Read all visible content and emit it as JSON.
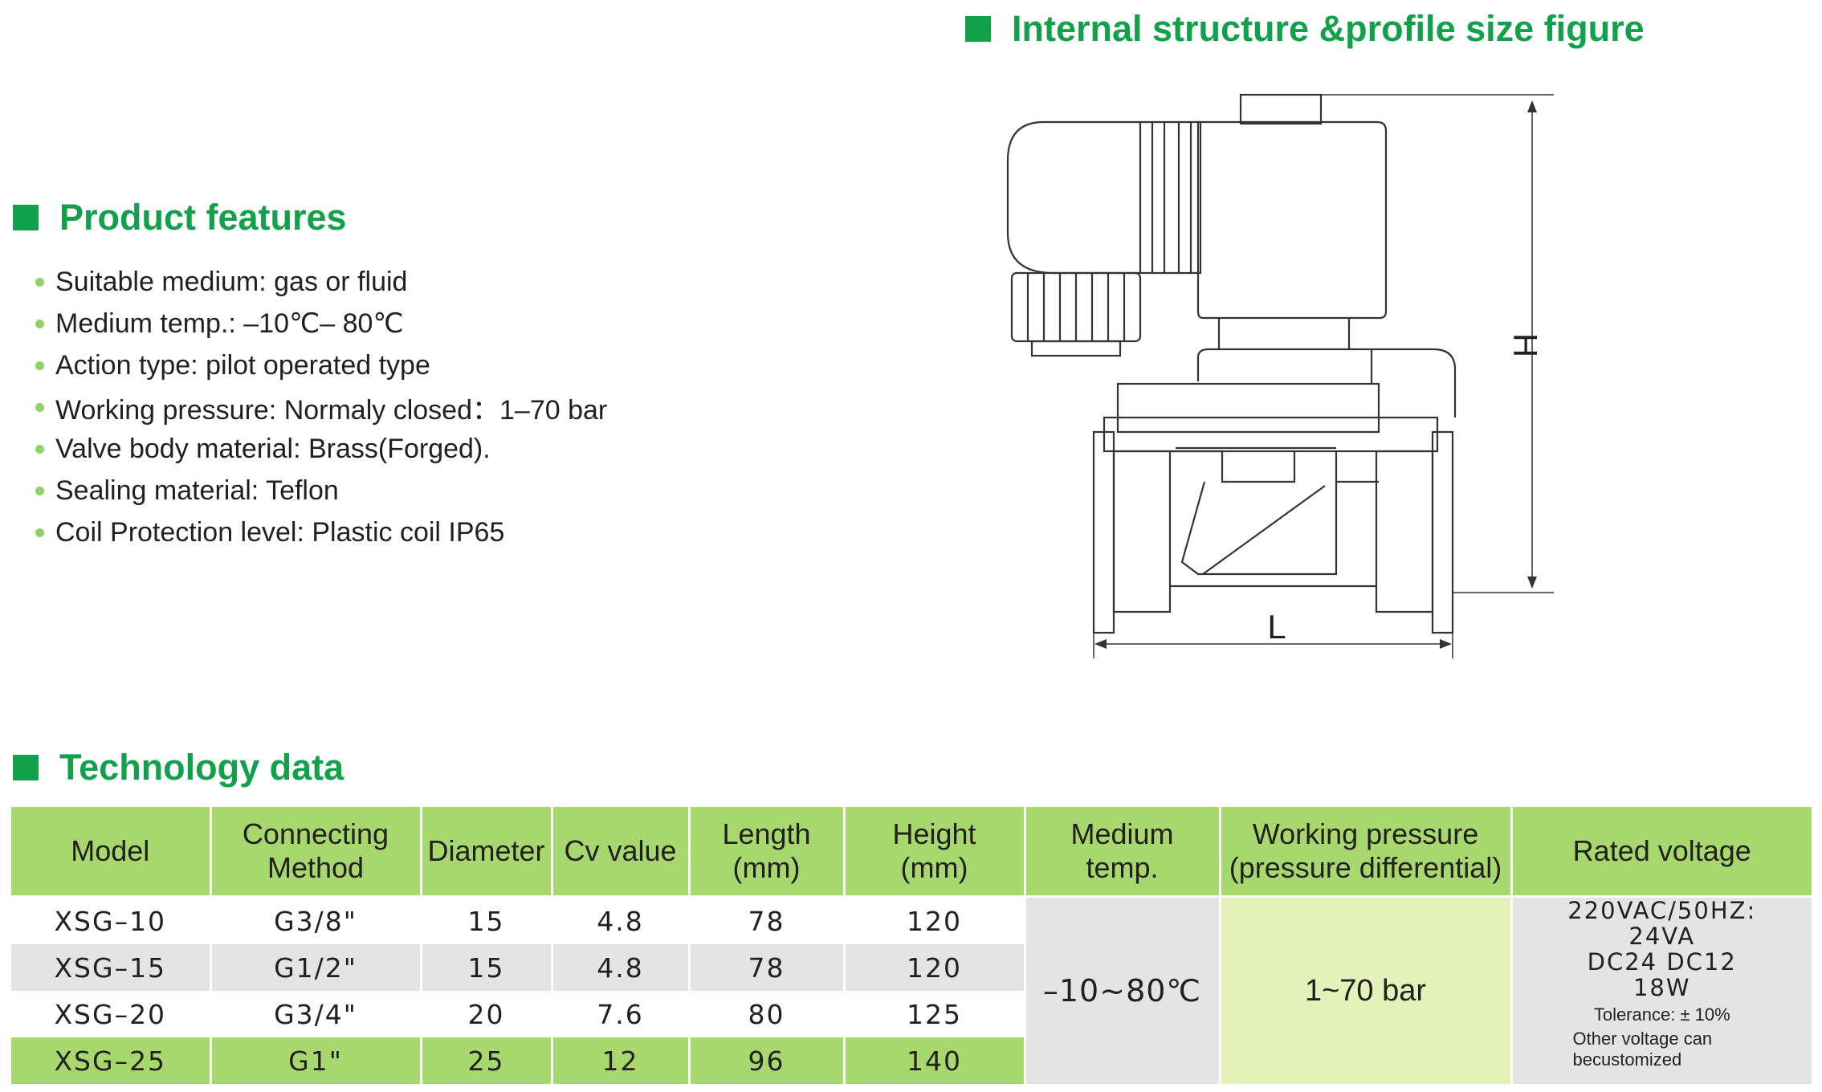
{
  "structure": {
    "title": "Internal structure &profile size figure",
    "label_h": "H",
    "label_l": "L"
  },
  "features": {
    "title": "Product features",
    "items": [
      "Suitable medium: gas or fluid",
      "Medium  temp.:  –10℃– 80℃",
      "Action type: pilot operated type",
      "Working pressure: Normaly closed：1–70 bar",
      "Valve body material: Brass(Forged).",
      "Sealing material: Teflon",
      "Coil Protection level: Plastic coil IP65"
    ]
  },
  "tech": {
    "title": "Technology data",
    "headers": {
      "model": "Model",
      "connect_1": "Connecting",
      "connect_2": "Method",
      "diameter": "Diameter",
      "cv": "Cv value",
      "length_1": "Length",
      "length_2": "(mm)",
      "height_1": "Height",
      "height_2": "(mm)",
      "temp_1": "Medium",
      "temp_2": "temp.",
      "pressure_1": "Working pressure",
      "pressure_2": "(pressure differential)",
      "voltage": "Rated voltage"
    },
    "rows": [
      {
        "model": "XSG–10",
        "connect": "G3/8\"",
        "diameter": "15",
        "cv": "4.8",
        "length": "78",
        "height": "120"
      },
      {
        "model": "XSG–15",
        "connect": "G1/2\"",
        "diameter": "15",
        "cv": "4.8",
        "length": "78",
        "height": "120"
      },
      {
        "model": "XSG–20",
        "connect": "G3/4\"",
        "diameter": "20",
        "cv": "7.6",
        "length": "80",
        "height": "125"
      },
      {
        "model": "XSG–25",
        "connect": "G1\"",
        "diameter": "25",
        "cv": "12",
        "length": "96",
        "height": "140"
      }
    ],
    "temp": "–10~80℃",
    "pressure": "1~70 bar",
    "voltage": {
      "line1": "220VAC/50HZ:",
      "line2": "24VA",
      "line3": "DC24  DC12",
      "line4": "18W",
      "line5": "Tolerance: ± 10%",
      "line6": "Other voltage can",
      "line7": "becustomized"
    }
  },
  "colors": {
    "accent": "#12a14b",
    "header_fill": "#a6d86e",
    "row_gray": "#e4e4e4",
    "bullet": "#8fd16b",
    "pressure_fill": "#e3f2b8"
  }
}
